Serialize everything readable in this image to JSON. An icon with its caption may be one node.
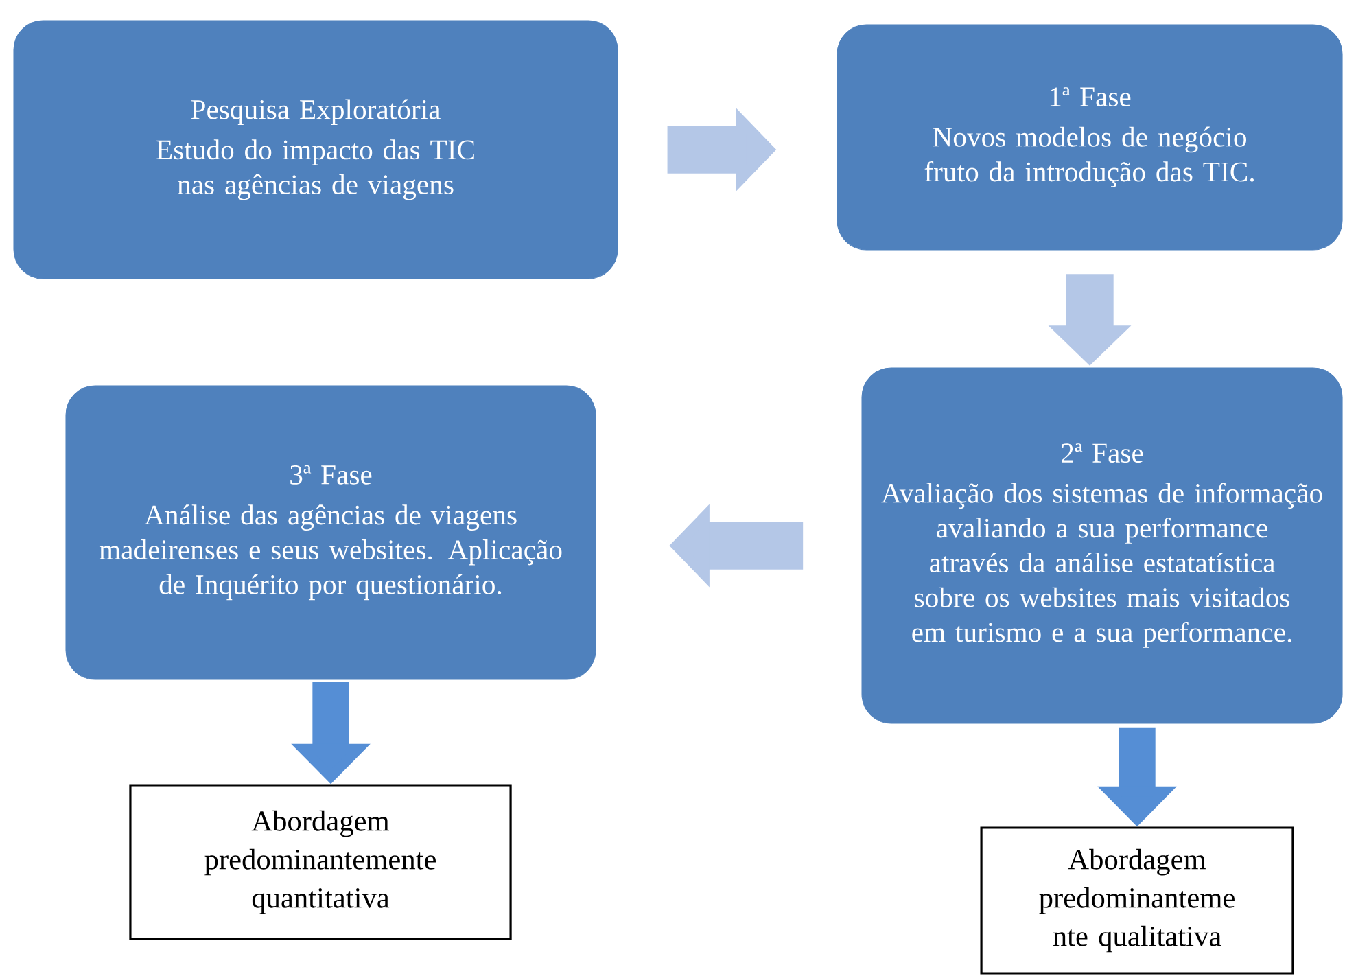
{
  "diagram": {
    "nodes": [
      {
        "text": [
          "Pesquisa Exploratória",
          "Estudo do impacto das TIC nas agências de viagens"
        ]
      },
      {
        "text": [
          "1ª Fase",
          "Novos modelos de negócio fruto da introdução das TIC."
        ]
      },
      {
        "text": [
          "2ª Fase",
          "Avaliação dos sistemas de informação avaliando a sua performance através da análise estatatística sobre os websites mais visitados em turismo e a sua performance."
        ]
      },
      {
        "text": [
          "3ª Fase",
          "Análise das agências de viagens madeirenses e seus websites. Aplicação de Inquérito por questionário."
        ]
      },
      {
        "text": [
          "Abordagem predominantemente quantitativa"
        ]
      },
      {
        "text": [
          "Abordagem predominanteme nte qualitativa"
        ]
      }
    ],
    "edges": [
      {
        "from": 0,
        "to": 1,
        "arrow": "to"
      },
      {
        "from": 1,
        "to": 2,
        "arrow": "to"
      },
      {
        "from": 2,
        "to": 3,
        "arrow": "to"
      },
      {
        "from": 3,
        "to": 4,
        "arrow": "to",
        "color": "#558ed5"
      },
      {
        "from": 2,
        "to": 5,
        "arrow": "to",
        "color": "#558ed5"
      }
    ]
  }
}
